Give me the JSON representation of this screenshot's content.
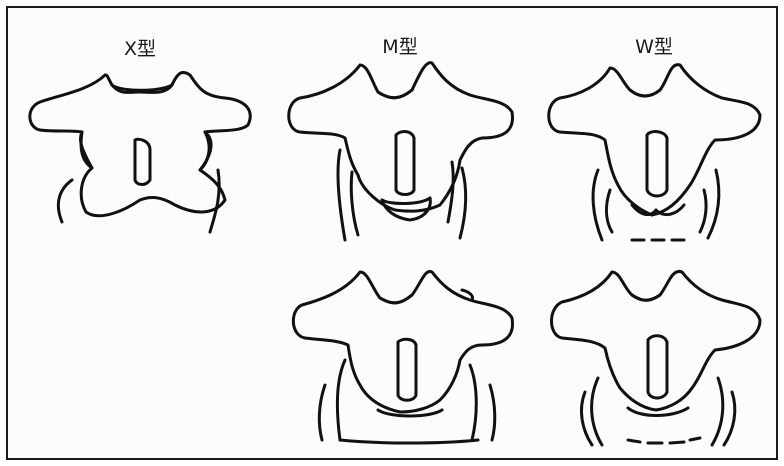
{
  "labels": {
    "x_type": "X型",
    "m_type": "M型",
    "w_type": "W型"
  },
  "figures": [
    {
      "name": "x-type-vertebra"
    },
    {
      "name": "m-type-vertebra-top"
    },
    {
      "name": "w-type-vertebra-top"
    },
    {
      "name": "m-type-vertebra-bottom"
    },
    {
      "name": "w-type-vertebra-bottom"
    }
  ]
}
